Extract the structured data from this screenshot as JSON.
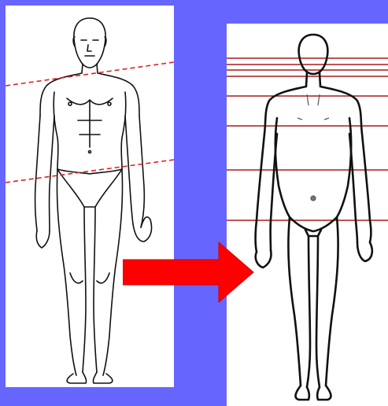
{
  "figure": {
    "left_panel": {
      "figure_style": "detailed anatomical line drawing",
      "guide_lines": 2,
      "guide_line_style": "dashed, slanted"
    },
    "right_panel": {
      "figure_style": "simplified outline drawing",
      "guide_lines": 8,
      "guide_line_style": "solid, horizontal"
    },
    "arrow": {
      "direction": "right"
    }
  },
  "colors": {
    "background": "#6666ff",
    "panel": "#ffffff",
    "figure_line": "#111111",
    "left_guides": "#dd2222",
    "right_guides": "#aa1a1a",
    "arrow": "#ff0000"
  }
}
